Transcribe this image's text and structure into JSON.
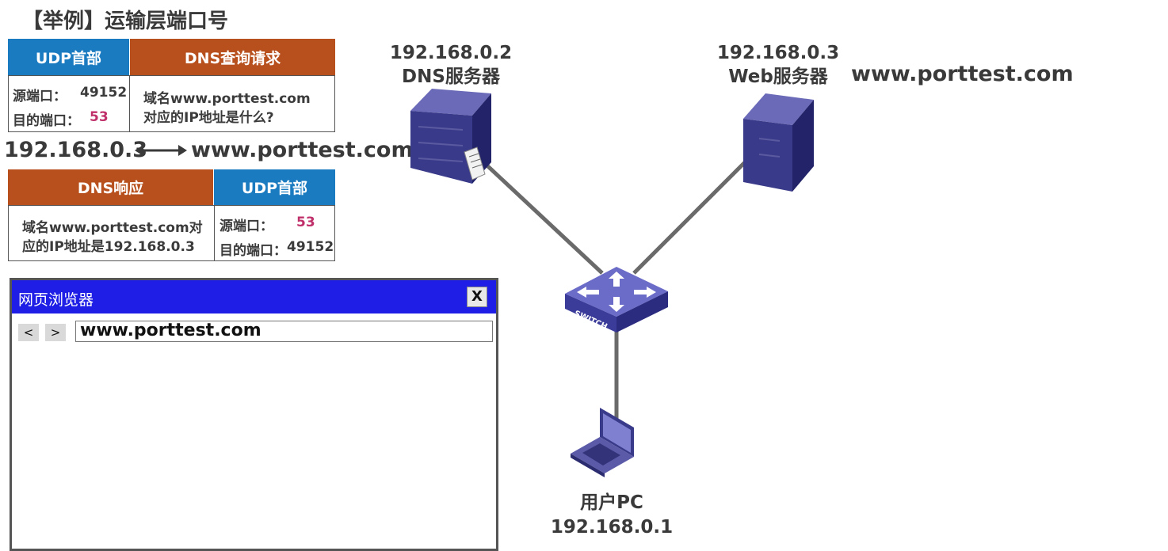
{
  "title": "【举例】运输层端口号",
  "request": {
    "udp_header_label": "UDP首部",
    "dns_label": "DNS查询请求",
    "src_port_label": "源端口：",
    "src_port": "49152",
    "dst_port_label": "目的端口：",
    "dst_port": "53",
    "content_line1": "域名www.porttest.com",
    "content_line2": "对应的IP地址是什么?"
  },
  "mapping": {
    "ip": "192.168.0.3",
    "domain": "www.porttest.com"
  },
  "response": {
    "dns_label": "DNS响应",
    "udp_header_label": "UDP首部",
    "content_line1": "域名www.porttest.com对",
    "content_line2": "应的IP地址是192.168.0.3",
    "src_port_label": "源端口：",
    "src_port": "53",
    "dst_port_label": "目的端口：",
    "dst_port": "49152"
  },
  "browser": {
    "title": "网页浏览器",
    "close": "X",
    "back": "<",
    "forward": ">",
    "url": "www.porttest.com"
  },
  "network": {
    "dns_server": {
      "ip": "192.168.0.2",
      "name": "DNS服务器"
    },
    "web_server": {
      "ip": "192.168.0.3",
      "name": "Web服务器",
      "domain": "www.porttest.com"
    },
    "switch_label": "SWITCH",
    "pc": {
      "name": "用户PC",
      "ip": "192.168.0.1"
    }
  },
  "colors": {
    "udp_blue": "#1b7bc1",
    "dns_orange": "#b8501e",
    "port_pink": "#c0306a",
    "browser_bar": "#1e1ee6"
  }
}
